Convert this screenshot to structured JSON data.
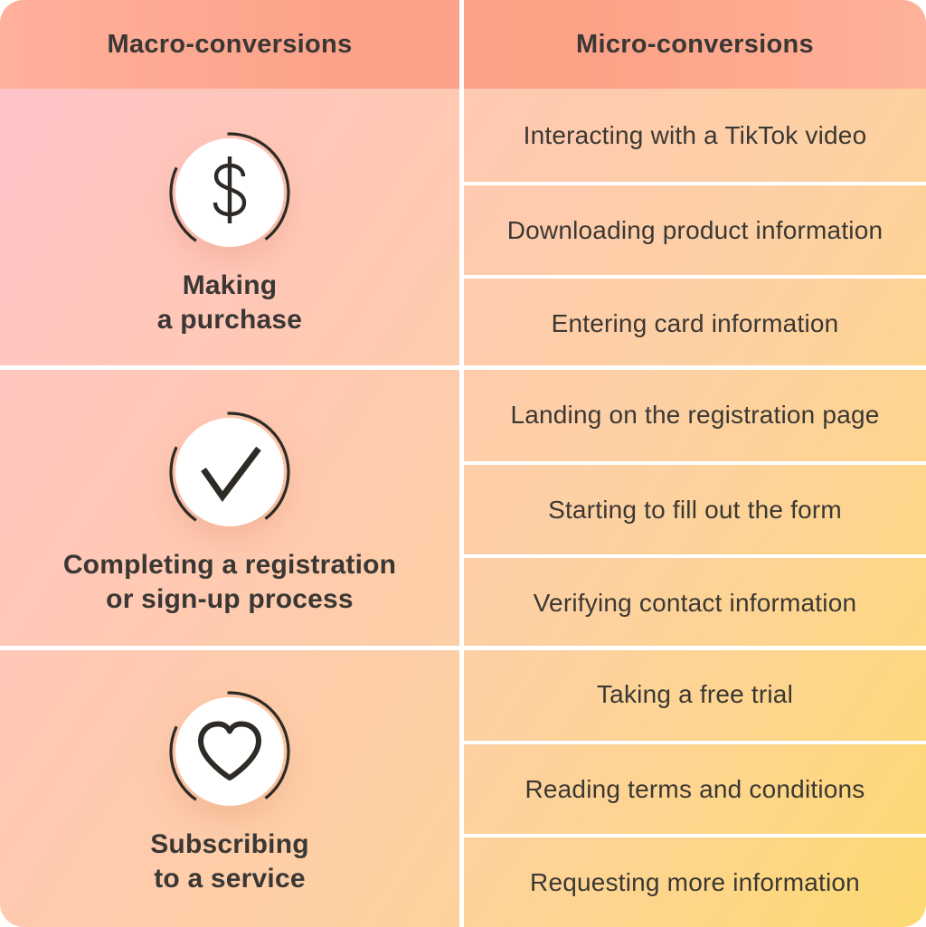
{
  "title": "Macro-conversions vs micro-conversions comparison table",
  "colors": {
    "header_bg": "#fba98e",
    "body_gradient_top_left": "#ffc3cb",
    "body_gradient_bottom_right": "#fdd971",
    "divider": "#ffffff",
    "text": "#3a3734",
    "icon_stroke": "#2e2a25",
    "icon_circle_fill": "#ffffff"
  },
  "macro": {
    "header": "Macro-conversions",
    "items": [
      {
        "icon": "dollar-icon",
        "line1": "Making",
        "line2": "a purchase"
      },
      {
        "icon": "check-icon",
        "line1": "Completing a registration",
        "line2": "or sign-up process"
      },
      {
        "icon": "heart-icon",
        "line1": "Subscribing",
        "line2": "to a service"
      }
    ]
  },
  "micro": {
    "header": "Micro-conversions",
    "items": [
      "Interacting with a TikTok video",
      "Downloading product information",
      "Entering card information",
      "Landing on the registration page",
      "Starting to fill out the form",
      "Verifying contact information",
      "Taking a free trial",
      "Reading terms and conditions",
      "Requesting more information"
    ]
  }
}
